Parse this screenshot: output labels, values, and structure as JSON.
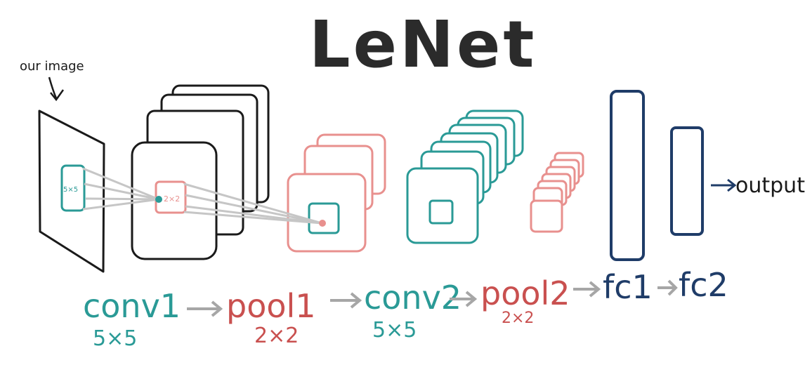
{
  "title": "LeNet",
  "input_annotation": "our image",
  "kernel_labels": {
    "conv": "5×5",
    "pool": "2×2"
  },
  "output_label": "output",
  "pipeline": [
    {
      "name": "conv1",
      "size": "5×5"
    },
    {
      "name": "pool1",
      "size": "2×2"
    },
    {
      "name": "conv2",
      "size": "5×5"
    },
    {
      "name": "pool2",
      "size": "2×2"
    },
    {
      "name": "fc1",
      "size": ""
    },
    {
      "name": "fc2",
      "size": ""
    }
  ],
  "colors": {
    "ink": "#1a1a1a",
    "conv": "#2a9a96",
    "pool": "#e8908e",
    "pool_text": "#c9504f",
    "fc": "#1f3c68",
    "arrow": "#a6a6a6"
  }
}
